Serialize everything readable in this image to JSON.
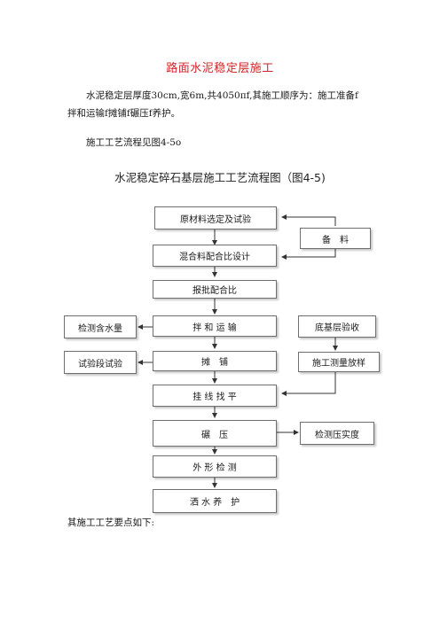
{
  "document": {
    "title": "路面水泥稳定层施工",
    "paragraph1": "水泥稳定层厚度30cm,宽6m,共4050πf,其施工顺序为：施工准备f拌和运输f摊铺f碾压f养护。",
    "paragraph1_line1": "水泥稳定层厚度30cm,宽6m,共4050πf,其施工顺序为：施工准备f",
    "paragraph1_line2": "拌和运输f摊铺f碾压f养护。",
    "paragraph2": "施工工艺流程见图4-5o",
    "figure_caption": "水泥稳定碎石基层施工工艺流程图（图4-5)",
    "footer": "其施工工艺要点如下:"
  },
  "flowchart": {
    "main": [
      "原材料选定及试验",
      "混合料配合比设计",
      "报批配合比",
      "拌 和 运 输",
      "摊　铺",
      "挂 线 找 平",
      "碾　压",
      "外 形 检 测",
      "洒 水 养　护"
    ],
    "left": [
      "检测含水量",
      "试验段试验"
    ],
    "right": [
      "备　料",
      "底基层验收",
      "施工测量放样",
      "检测压实度"
    ]
  }
}
